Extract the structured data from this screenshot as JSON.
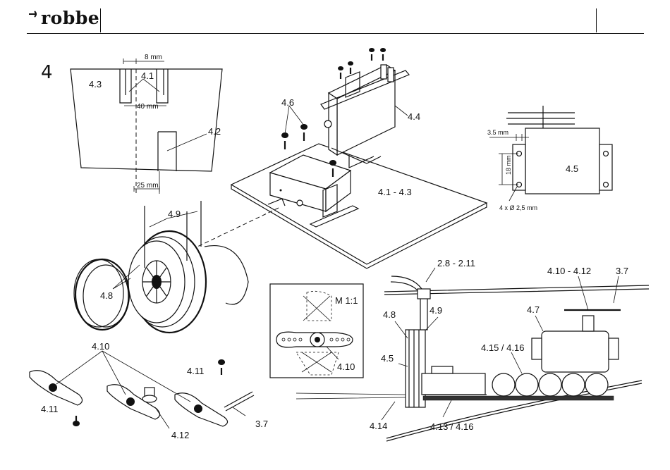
{
  "header": {
    "brand": "robbe"
  },
  "figure_number": "4",
  "template_labels": {
    "area_43": "4.3",
    "slot_41": "4.1",
    "width_8mm": "8 mm",
    "width_40mm": "40 mm",
    "slot_42": "4.2",
    "width_25mm": "25 mm"
  },
  "assembly_labels": {
    "screws_46": "4.6",
    "servo_frame_44": "4.4",
    "plate_41_43": "4.1 - 4.3"
  },
  "servo_detail": {
    "label": "4.5",
    "dim_35mm": "3.5 mm",
    "dim_18mm": "18 mm",
    "holes": "4 x Ø 2,5 mm"
  },
  "drum_labels": {
    "springs_49": "4.9",
    "drum_48": "4.8"
  },
  "horn_labels": {
    "horns_410": "4.10",
    "screw_411_left": "4.11",
    "screw_411_right": "4.11",
    "adapter_412": "4.12",
    "rod_37": "3.7"
  },
  "inset": {
    "scale": "M 1:1",
    "label": "4.10"
  },
  "section_labels": {
    "cable_28_211": "2.8 - 2.11",
    "horn_410_412": "4.10 - 4.12",
    "rod_37": "3.7",
    "drum_48": "4.8",
    "spring_49": "4.9",
    "servo_47": "4.7",
    "frame_45": "4.5",
    "battery_415_416": "4.15 / 4.16",
    "receiver_413_416": "4.13 / 4.16",
    "wire_414": "4.14"
  }
}
